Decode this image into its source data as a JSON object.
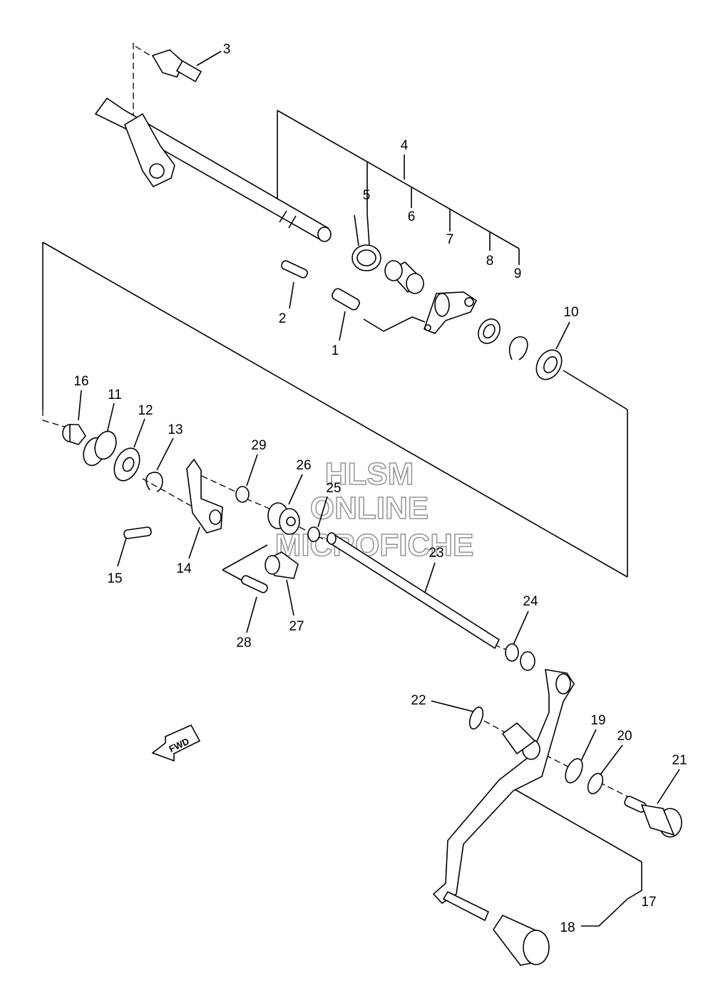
{
  "diagram": {
    "callouts": [
      {
        "id": "c1",
        "label": "1"
      },
      {
        "id": "c2",
        "label": "2"
      },
      {
        "id": "c3",
        "label": "3"
      },
      {
        "id": "c4",
        "label": "4"
      },
      {
        "id": "c5",
        "label": "5"
      },
      {
        "id": "c6",
        "label": "6"
      },
      {
        "id": "c7",
        "label": "7"
      },
      {
        "id": "c8",
        "label": "8"
      },
      {
        "id": "c9",
        "label": "9"
      },
      {
        "id": "c10",
        "label": "10"
      },
      {
        "id": "c11",
        "label": "11"
      },
      {
        "id": "c12",
        "label": "12"
      },
      {
        "id": "c13",
        "label": "13"
      },
      {
        "id": "c14",
        "label": "14"
      },
      {
        "id": "c15",
        "label": "15"
      },
      {
        "id": "c16",
        "label": "16"
      },
      {
        "id": "c17",
        "label": "17"
      },
      {
        "id": "c18",
        "label": "18"
      },
      {
        "id": "c19",
        "label": "19"
      },
      {
        "id": "c20",
        "label": "20"
      },
      {
        "id": "c21",
        "label": "21"
      },
      {
        "id": "c22",
        "label": "22"
      },
      {
        "id": "c23",
        "label": "23"
      },
      {
        "id": "c24",
        "label": "24"
      },
      {
        "id": "c25",
        "label": "25"
      },
      {
        "id": "c26",
        "label": "26"
      },
      {
        "id": "c27",
        "label": "27"
      },
      {
        "id": "c28",
        "label": "28"
      },
      {
        "id": "c29",
        "label": "29"
      }
    ],
    "fwd_arrow_label": "FWD",
    "watermark": [
      "HLSM",
      "ONLINE",
      "MICROFICHE"
    ]
  }
}
